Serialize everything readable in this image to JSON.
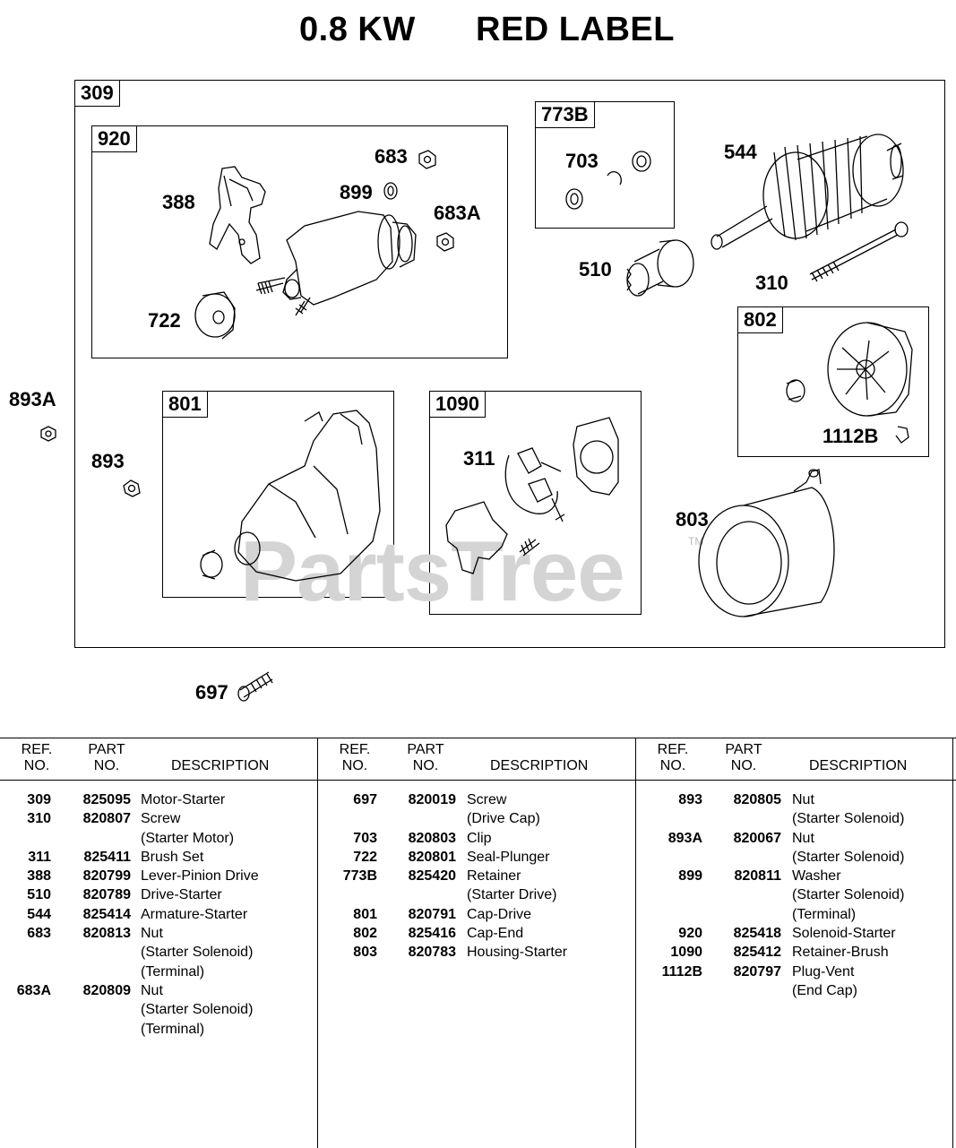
{
  "title_left": "0.8 KW",
  "title_right": "RED LABEL",
  "boxes": {
    "b309": "309",
    "b920": "920",
    "b773b": "773B",
    "b802": "802",
    "b801": "801",
    "b1090": "1090"
  },
  "callouts": {
    "c683": "683",
    "c899": "899",
    "c683a": "683A",
    "c388": "388",
    "c722": "722",
    "c703": "703",
    "c544": "544",
    "c510": "510",
    "c310": "310",
    "c1112b": "1112B",
    "c893a": "893A",
    "c893": "893",
    "c311": "311",
    "c803": "803",
    "c697": "697"
  },
  "watermark": "PartsTree",
  "watermark_tm": "TM",
  "table": {
    "headers": {
      "ref1": "REF.",
      "ref2": "NO.",
      "part1": "PART",
      "part2": "NO.",
      "desc": "DESCRIPTION"
    },
    "columns": [
      [
        [
          "309",
          "825095",
          "Motor-Starter"
        ],
        [
          "310",
          "820807",
          "Screw"
        ],
        [
          "",
          "",
          "(Starter Motor)"
        ],
        [
          "311",
          "825411",
          "Brush Set"
        ],
        [
          "388",
          "820799",
          "Lever-Pinion Drive"
        ],
        [
          "510",
          "820789",
          "Drive-Starter"
        ],
        [
          "544",
          "825414",
          "Armature-Starter"
        ],
        [
          "683",
          "820813",
          "Nut"
        ],
        [
          "",
          "",
          "(Starter Solenoid)"
        ],
        [
          "",
          "",
          "(Terminal)"
        ],
        [
          "683A",
          "820809",
          "Nut"
        ],
        [
          "",
          "",
          "(Starter Solenoid)"
        ],
        [
          "",
          "",
          "(Terminal)"
        ]
      ],
      [
        [
          "697",
          "820019",
          "Screw"
        ],
        [
          "",
          "",
          "(Drive Cap)"
        ],
        [
          "703",
          "820803",
          "Clip"
        ],
        [
          "722",
          "820801",
          "Seal-Plunger"
        ],
        [
          "773B",
          "825420",
          "Retainer"
        ],
        [
          "",
          "",
          "(Starter Drive)"
        ],
        [
          "801",
          "820791",
          "Cap-Drive"
        ],
        [
          "802",
          "825416",
          "Cap-End"
        ],
        [
          "803",
          "820783",
          "Housing-Starter"
        ]
      ],
      [
        [
          "893",
          "820805",
          "Nut"
        ],
        [
          "",
          "",
          "(Starter Solenoid)"
        ],
        [
          "893A",
          "820067",
          "Nut"
        ],
        [
          "",
          "",
          "(Starter Solenoid)"
        ],
        [
          "899",
          "820811",
          "Washer"
        ],
        [
          "",
          "",
          "(Starter Solenoid)"
        ],
        [
          "",
          "",
          "(Terminal)"
        ],
        [
          "920",
          "825418",
          "Solenoid-Starter"
        ],
        [
          "1090",
          "825412",
          "Retainer-Brush"
        ],
        [
          "1112B",
          "820797",
          "Plug-Vent"
        ],
        [
          "",
          "",
          "(End Cap)"
        ]
      ]
    ]
  }
}
